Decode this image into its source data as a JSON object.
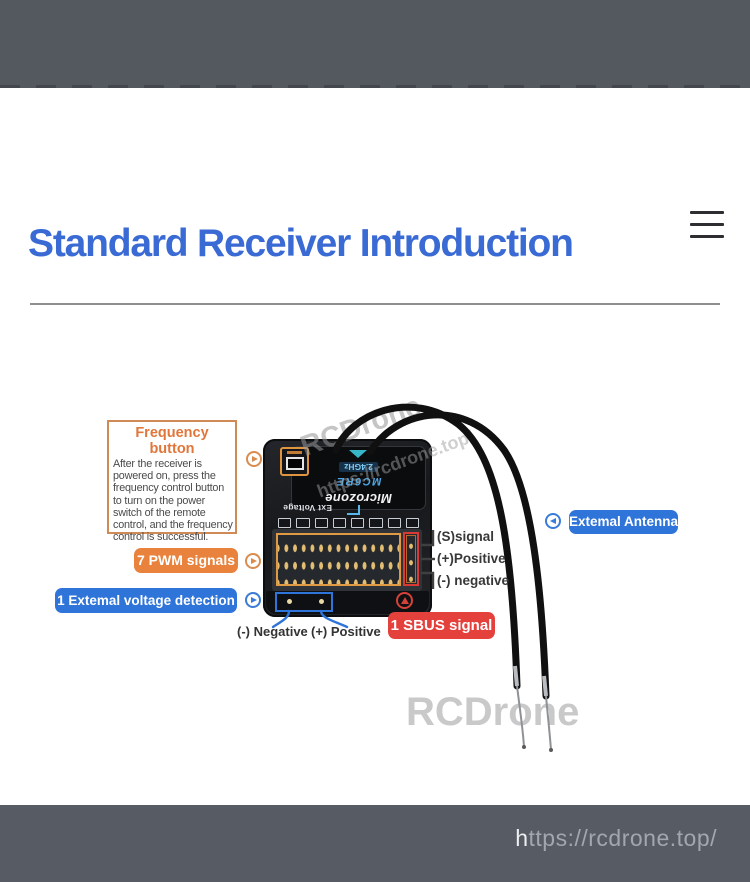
{
  "header": {
    "title": "Standard Receiver Introduction"
  },
  "callout": {
    "title": "Frequency button",
    "body": "After the receiver is powered on, press the frequency control button to turn on the power switch of the remote control, and the frequency control is successful."
  },
  "labels": {
    "pwm": "7 PWM signals",
    "voltage_detection": "1 Extemal voltage detection",
    "external_antenna": "Extemal Antenna",
    "sbus": "1 SBUS signal",
    "pin_signal": "(S)signal",
    "pin_positive": "(+)Positive",
    "pin_negative": "(-) negative",
    "bottom_negative": "(-) Negative",
    "bottom_positive": "(+) Positive"
  },
  "device": {
    "brand": "Microzone",
    "model": "MC6RE",
    "frequency": "2.4GHz",
    "ext_voltage": "Ext Voltage"
  },
  "watermarks": {
    "diagonal_name": "RCDrone",
    "diagonal_url": "https://rcdrone.top/",
    "large": "RCDrone"
  },
  "footer": {
    "url_prefix": "h",
    "url_rest": "ttps://rcdrone.top/"
  },
  "colors": {
    "title_blue": "#3a6ad4",
    "accent_orange": "#e8823c",
    "accent_blue": "#2e74d9",
    "accent_red": "#e5413c",
    "band_gray": "#54585f"
  }
}
